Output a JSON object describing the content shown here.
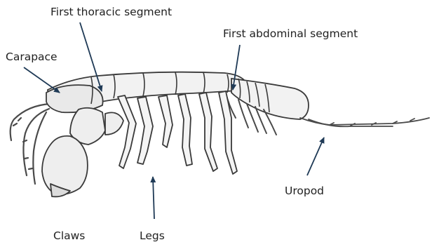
{
  "labels": {
    "first_thoracic": "First thoracic segment",
    "first_abdominal": "First abdominal segment",
    "carapace": "Carapace",
    "uropod": "Uropod",
    "claws": "Claws",
    "legs": "Legs"
  },
  "colors": {
    "arrow": "#1f3a56",
    "ink": "#3a3a3a"
  }
}
